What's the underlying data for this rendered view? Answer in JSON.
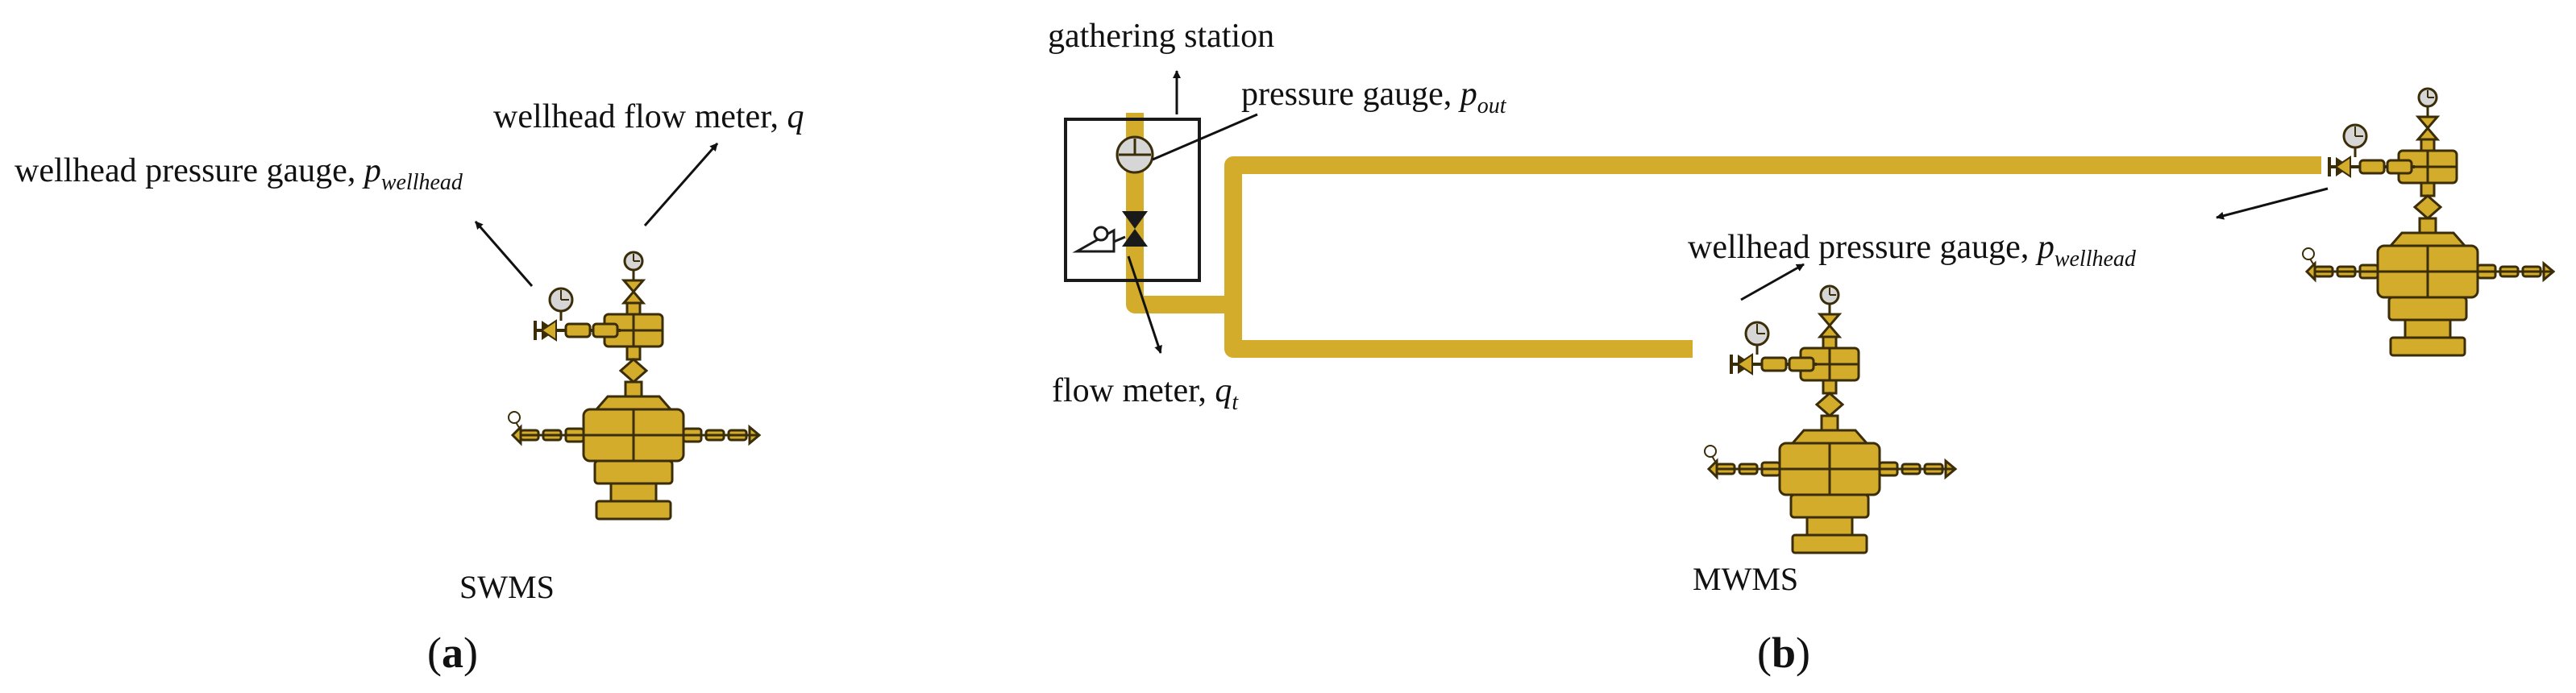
{
  "colors": {
    "equipment": "#D4AC2B",
    "outline": "#3a2d08",
    "gauge_face": "#d6d6d6",
    "text": "#111111",
    "box": "#1a1a1a"
  },
  "panel_a": {
    "caption_open": "(",
    "caption_letter": "a",
    "caption_close": ")",
    "system_label": "SWMS",
    "pressure_label": {
      "text": "wellhead pressure gauge, ",
      "var": "p",
      "sub": "wellhead"
    },
    "flow_label": {
      "text": "wellhead flow meter, ",
      "var": "q"
    }
  },
  "panel_b": {
    "caption_open": "(",
    "caption_letter": "b",
    "caption_close": ")",
    "system_label": "MWMS",
    "gathering_label": "gathering station",
    "pressure_out_label": {
      "text": "pressure gauge, ",
      "var": "p",
      "sub": "out"
    },
    "flow_label": {
      "text": "flow meter, ",
      "var": "q",
      "sub": "t"
    },
    "well_pressure_label": {
      "text": "wellhead pressure gauge, ",
      "var": "p",
      "sub": "wellhead"
    }
  }
}
